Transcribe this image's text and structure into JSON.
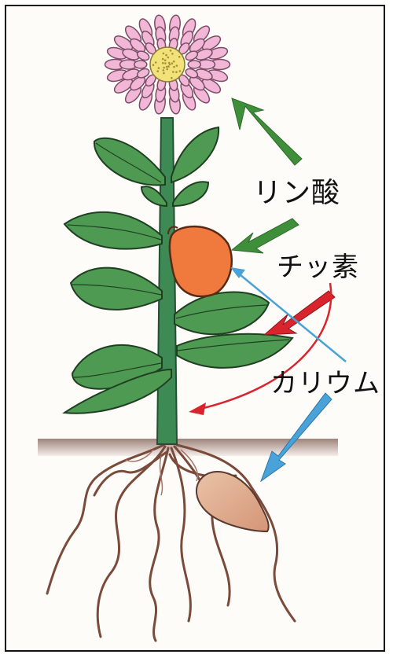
{
  "labels": {
    "phosphoric_acid": "リン酸",
    "nitrogen": "チッ素",
    "potassium": "カリウム"
  },
  "colors": {
    "phosphoric_acid_arrow": "#3f8f3a",
    "nitrogen_arrow": "#d9232d",
    "potassium_arrow": "#4aa3d8",
    "leaf": "#4f9a52",
    "stem": "#3e8a55",
    "fruit": "#f07a3d",
    "petal": "#f2b6d6",
    "flower_center": "#f2e27a",
    "root": "#7a4a3a",
    "soil": "#b58a7c"
  },
  "icons": [
    "flower-head",
    "leaf",
    "stem",
    "fruit",
    "seed",
    "roots",
    "soil-line"
  ]
}
